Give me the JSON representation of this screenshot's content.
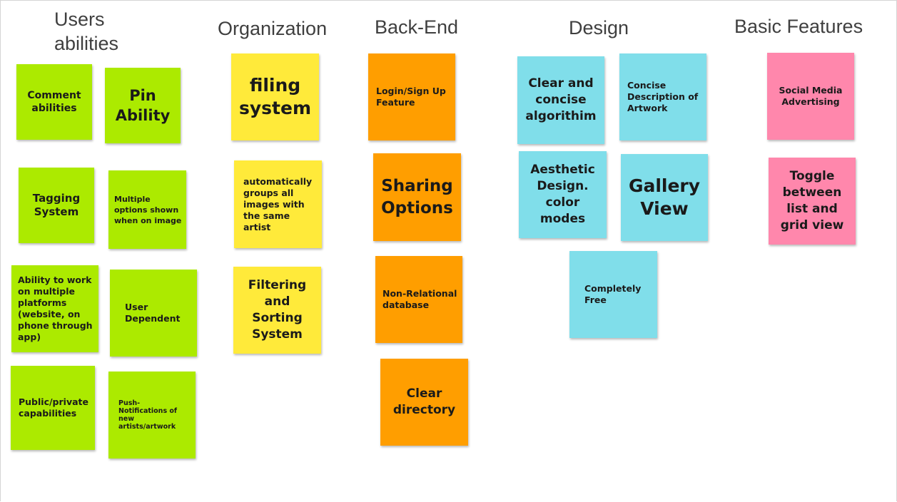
{
  "columns": {
    "users_abilities": "Users\nabilities",
    "organization": "Organization",
    "back_end": "Back-End",
    "design": "Design",
    "basic_features": "Basic Features"
  },
  "notes": {
    "comment_abilities": "Comment abilities",
    "pin_ability": "Pin Ability",
    "tagging_system": "Tagging System",
    "multiple_options": "Multiple options shown when on image",
    "multi_platform": "Ability to work on multiple platforms (website, on phone through app)",
    "user_dependent": "User Dependent",
    "public_private": "Public/private capabilities",
    "push_notifications": "Push-Notifications of new artists/artwork",
    "filing_system": "filing system",
    "auto_groups": "automatically groups all images with the same artist",
    "filtering_sorting": "Filtering and Sorting System",
    "login_signup": "Login/Sign Up Feature",
    "sharing_options": "Sharing Options",
    "non_relational_db": "Non-Relational database",
    "clear_directory": "Clear directory",
    "clear_algorithm": "Clear and concise algorithim",
    "concise_description": "Concise Description of Artwork",
    "aesthetic_design": "Aesthetic Design. color modes",
    "gallery_view": "Gallery View",
    "completely_free": "Completely Free",
    "social_media_ads": "Social Media Advertising",
    "toggle_view": "Toggle between list and grid view"
  },
  "colors": {
    "green": "#acea00",
    "yellow": "#ffea3a",
    "orange": "#ff9e00",
    "cyan": "#80deea",
    "pink": "#ff87ac"
  }
}
